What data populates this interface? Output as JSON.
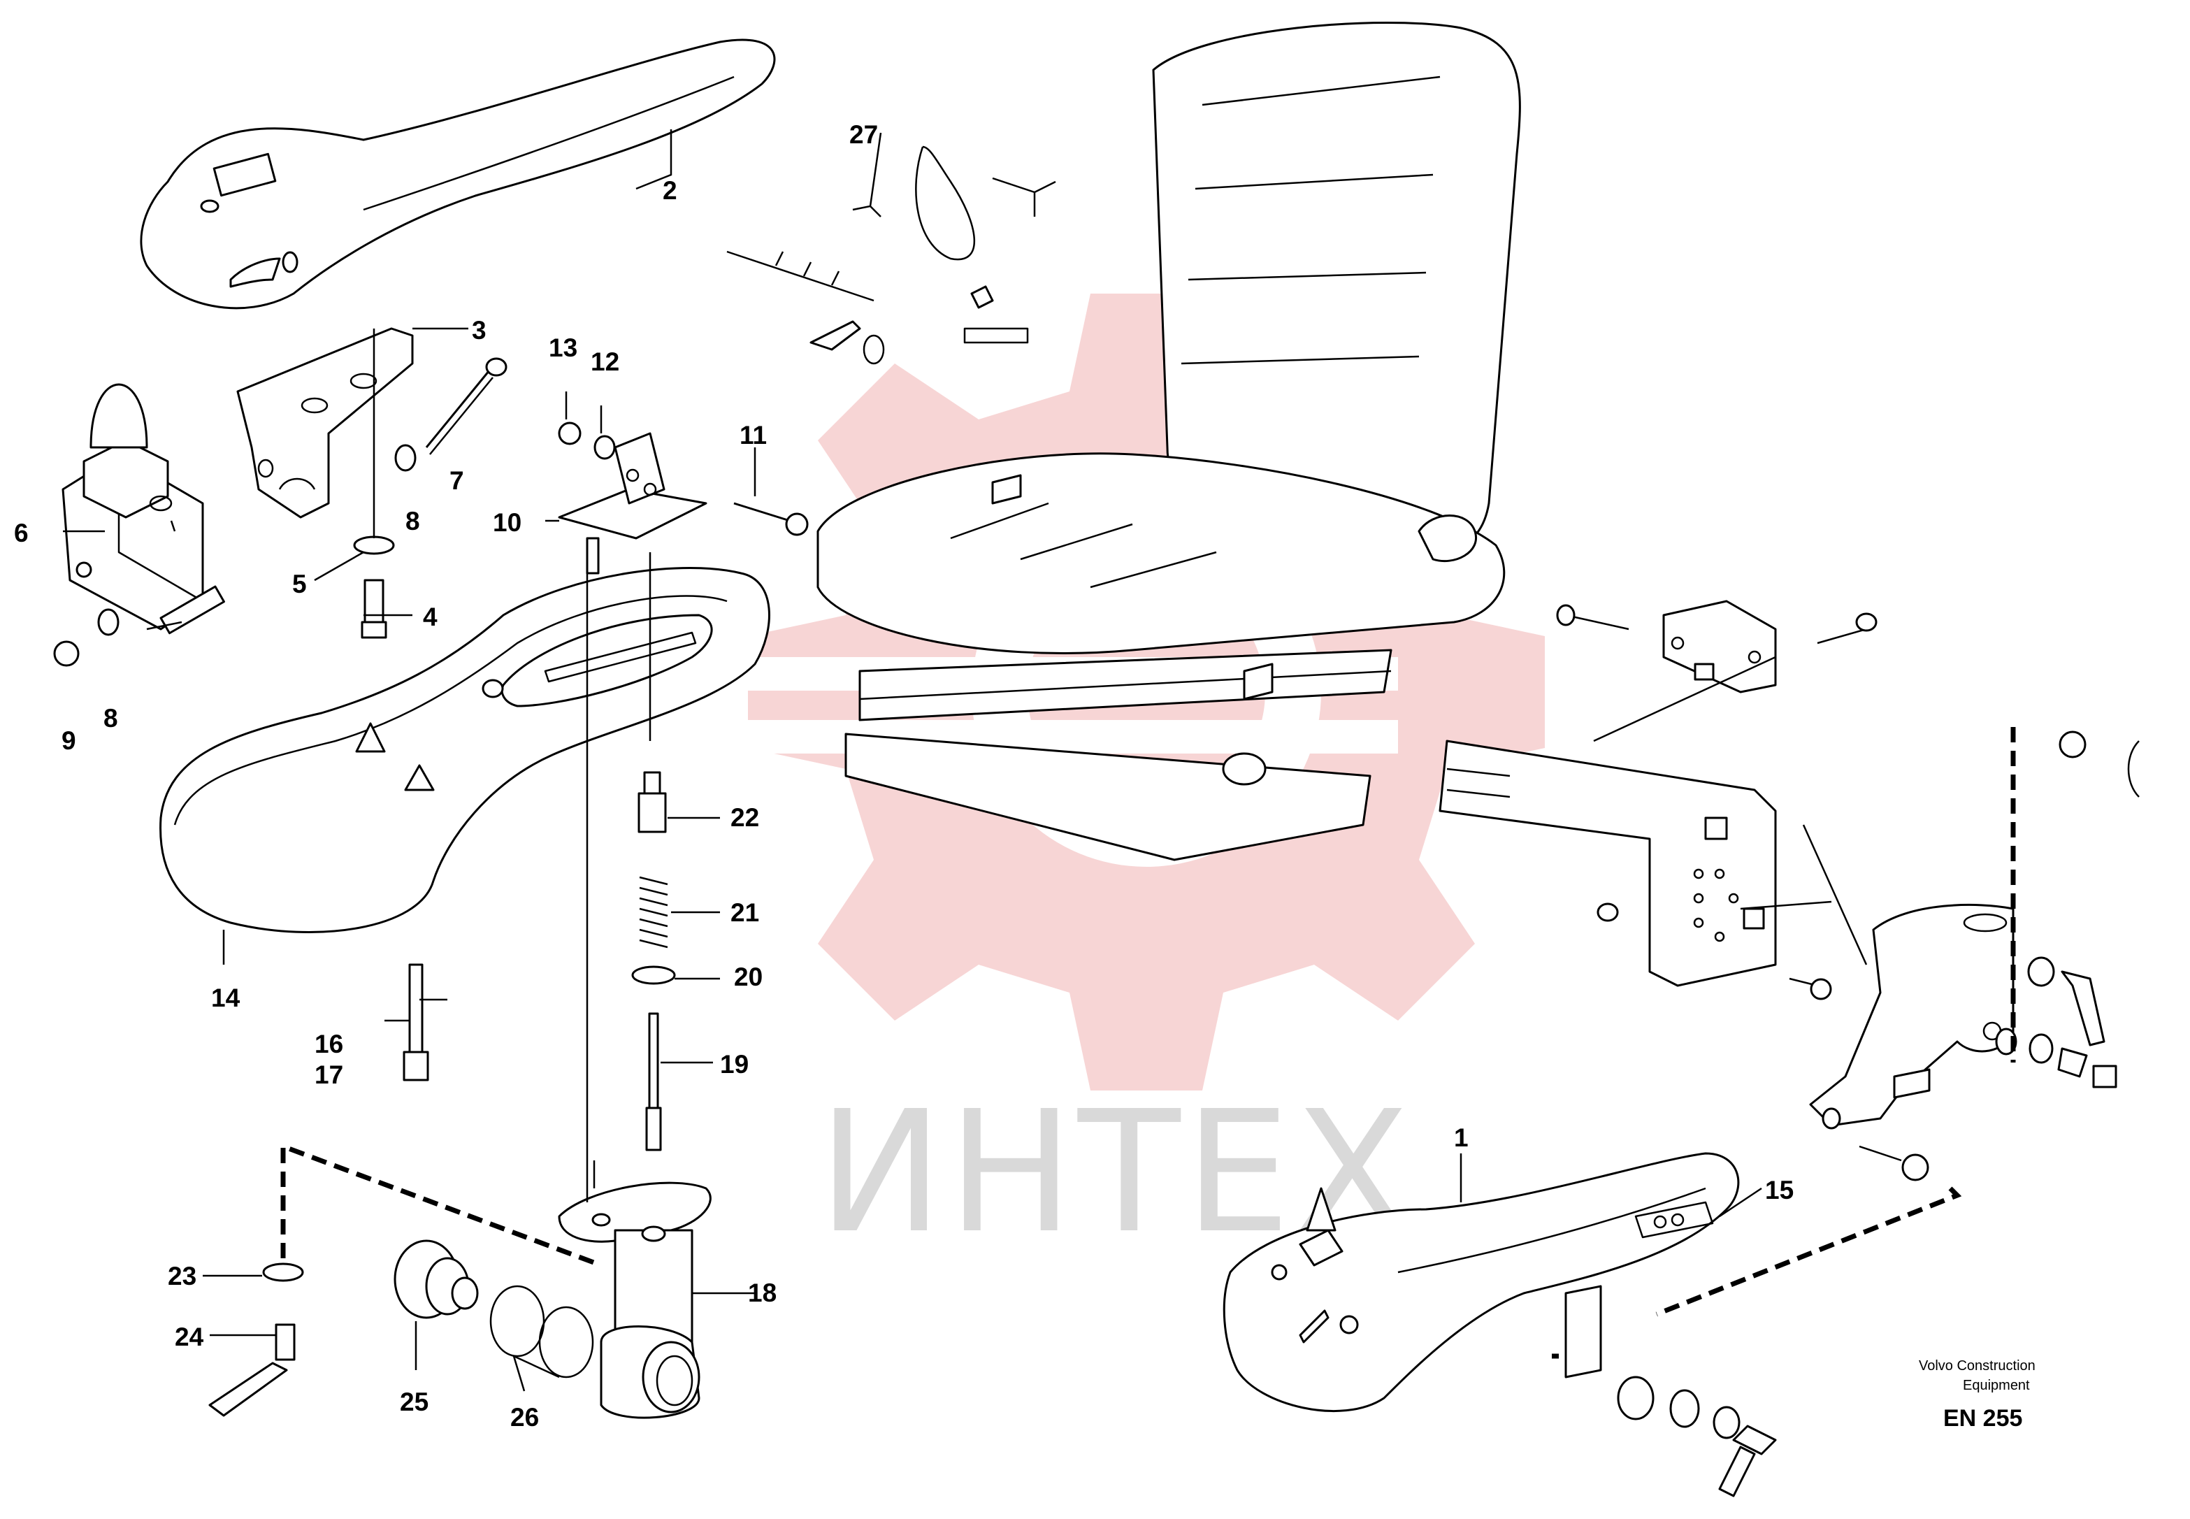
{
  "callouts": {
    "c1": "1",
    "c2": "2",
    "c3": "3",
    "c4": "4",
    "c5": "5",
    "c6": "6",
    "c7": "7",
    "c8a": "8",
    "c8b": "8",
    "c9": "9",
    "c10": "10",
    "c11": "11",
    "c12": "12",
    "c13": "13",
    "c14": "14",
    "c15": "15",
    "c16": "16",
    "c17": "17",
    "c18": "18",
    "c19": "19",
    "c20": "20",
    "c21": "21",
    "c22": "22",
    "c23": "23",
    "c24": "24",
    "c25": "25",
    "c26": "26",
    "c27": "27"
  },
  "brand": {
    "line1": "Volvo Construction",
    "line2": "Equipment"
  },
  "code": "EN 255",
  "watermark": {
    "text": "ИНТЕХ",
    "color": "#f4c9c9"
  }
}
